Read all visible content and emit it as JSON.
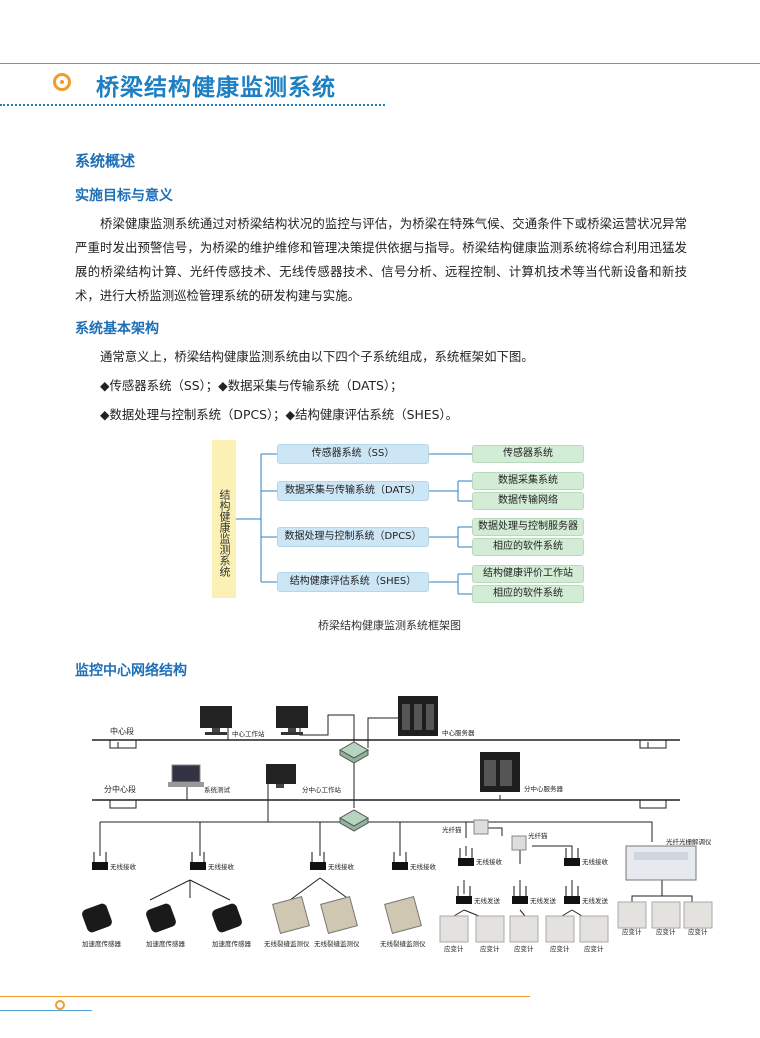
{
  "header": {
    "title": "桥梁结构健康监测系统"
  },
  "overview": {
    "heading": "系统概述",
    "goal_heading": "实施目标与意义",
    "goal_text": "桥梁健康监测系统通过对桥梁结构状况的监控与评估，为桥梁在特殊气候、交通条件下或桥梁运营状况异常严重时发出预警信号，为桥梁的维护维修和管理决策提供依据与指导。桥梁结构健康监测系统将综合利用迅猛发展的桥梁结构计算、光纤传感技术、无线传感器技术、信号分析、远程控制、计算机技术等当代新设备和新技术，进行大桥监测巡检管理系统的研发构建与实施。",
    "arch_heading": "系统基本架构",
    "arch_intro": "通常意义上，桥梁结构健康监测系统由以下四个子系统组成，系统框架如下图。",
    "arch_line1": "◆传感器系统（SS）；◆数据采集与传输系统（DATS）；",
    "arch_line2": "◆数据处理与控制系统（DPCS）；◆结构健康评估系统（SHES）。"
  },
  "framework": {
    "root": "结构健康监测系统",
    "subsystems": [
      {
        "name": "传感器系统（SS）",
        "children": [
          "传感器系统"
        ]
      },
      {
        "name": "数据采集与传输系统（DATS）",
        "children": [
          "数据采集系统",
          "数据传输网络"
        ]
      },
      {
        "name": "数据处理与控制系统（DPCS）",
        "children": [
          "数据处理与控制服务器",
          "相应的软件系统"
        ]
      },
      {
        "name": "结构健康评估系统（SHES）",
        "children": [
          "结构健康评价工作站",
          "相应的软件系统"
        ]
      }
    ],
    "caption": "桥梁结构健康监测系统框架图"
  },
  "network": {
    "heading": "监控中心网络结构",
    "labels": {
      "center_segment": "中心段",
      "center_workstation": "中心工作站",
      "center_server": "中心服务器",
      "sub_segment": "分中心段",
      "system_test": "系统测试",
      "sub_workstation": "分中心工作站",
      "sub_server": "分中心服务器",
      "fiber_switch": "光纤猫",
      "fiber_switch2": "光纤猫",
      "fiber_demod": "光纤光栅解调仪",
      "wireless_rx": "无线接收",
      "wireless_tx": "无线发送",
      "accel_sensor": "加速度传感器",
      "crack_meter": "无线裂缝监测仪",
      "strain_gauge": "应变计"
    }
  },
  "colors": {
    "brand_blue": "#1e7fc2",
    "accent_orange": "#f39a2b",
    "fw_blue": "#cde6f6",
    "fw_green": "#d3ecd5",
    "fw_yellow": "#fbf1b5"
  }
}
